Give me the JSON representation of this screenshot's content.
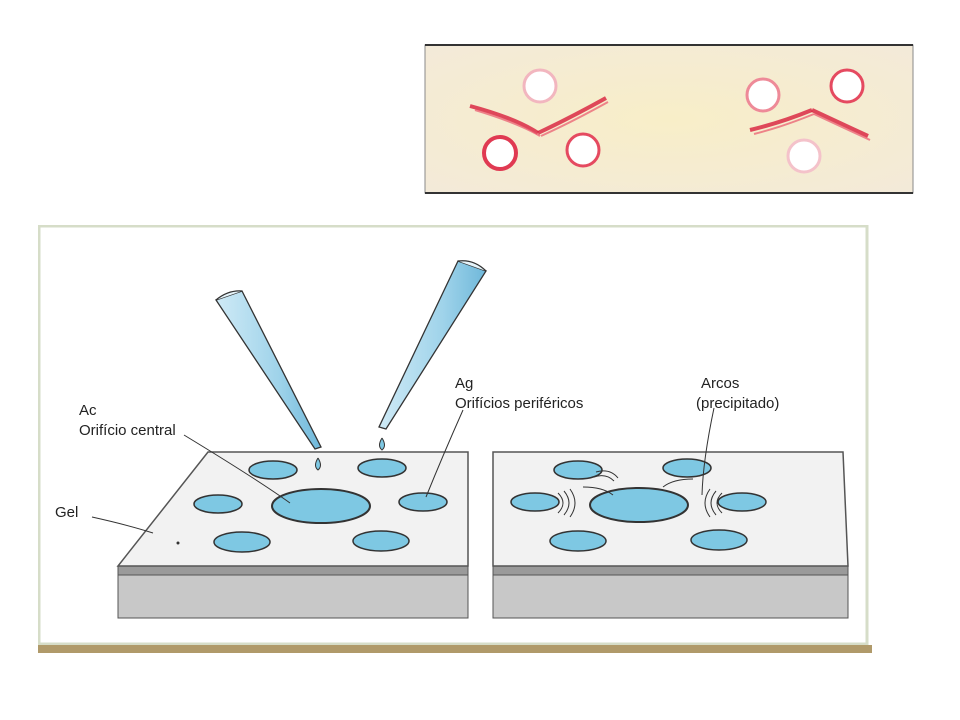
{
  "diagram": {
    "labels": {
      "ac": "Ac",
      "orificio_central": "Orifício central",
      "ag": "Ag",
      "orificios_perifericos": "Orifícios periféricos",
      "gel": "Gel",
      "arcos": "Arcos",
      "precipitado": "(precipitado)"
    }
  },
  "colors": {
    "well_fill": "#7ec8e3",
    "precipitate": "#d81e3c",
    "photo_bg": "#f7efd5",
    "base_gray": "#c8c8c8",
    "frame_border": "#d6ddc8",
    "bottom_bar": "#b09a6a"
  }
}
